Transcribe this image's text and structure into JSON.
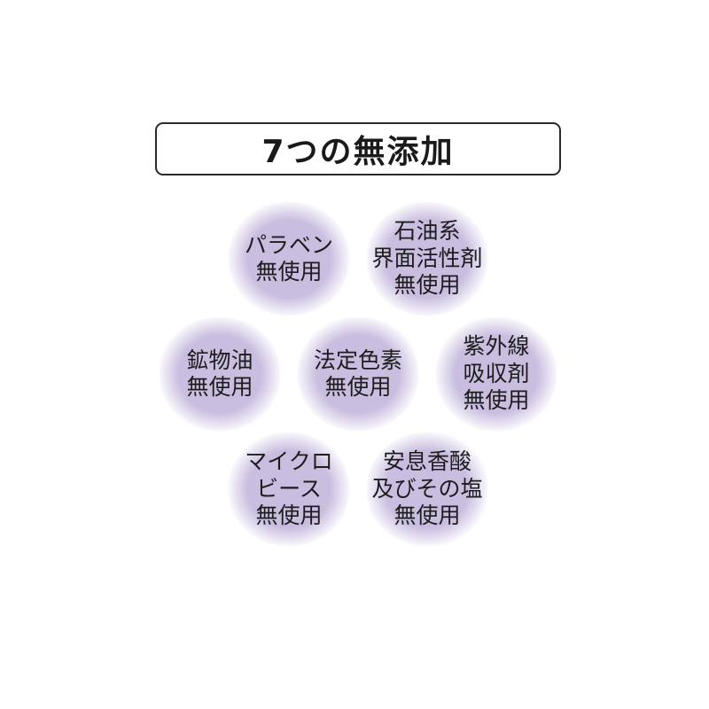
{
  "title": "7つの無添加",
  "colors": {
    "badge_center": "#c9bde0",
    "badge_edge": "#ffffff",
    "title_border": "#2a2a2a"
  },
  "badges": [
    {
      "lines": [
        "パラベン",
        "無使用"
      ]
    },
    {
      "lines": [
        "石油系",
        "界面活性剤",
        "無使用"
      ]
    },
    {
      "lines": [
        "鉱物油",
        "無使用"
      ]
    },
    {
      "lines": [
        "法定色素",
        "無使用"
      ]
    },
    {
      "lines": [
        "紫外線",
        "吸収剤",
        "無使用"
      ]
    },
    {
      "lines": [
        "マイクロ",
        "ビース",
        "無使用"
      ]
    },
    {
      "lines": [
        "安息香酸",
        "及びその塩",
        "無使用"
      ]
    }
  ]
}
